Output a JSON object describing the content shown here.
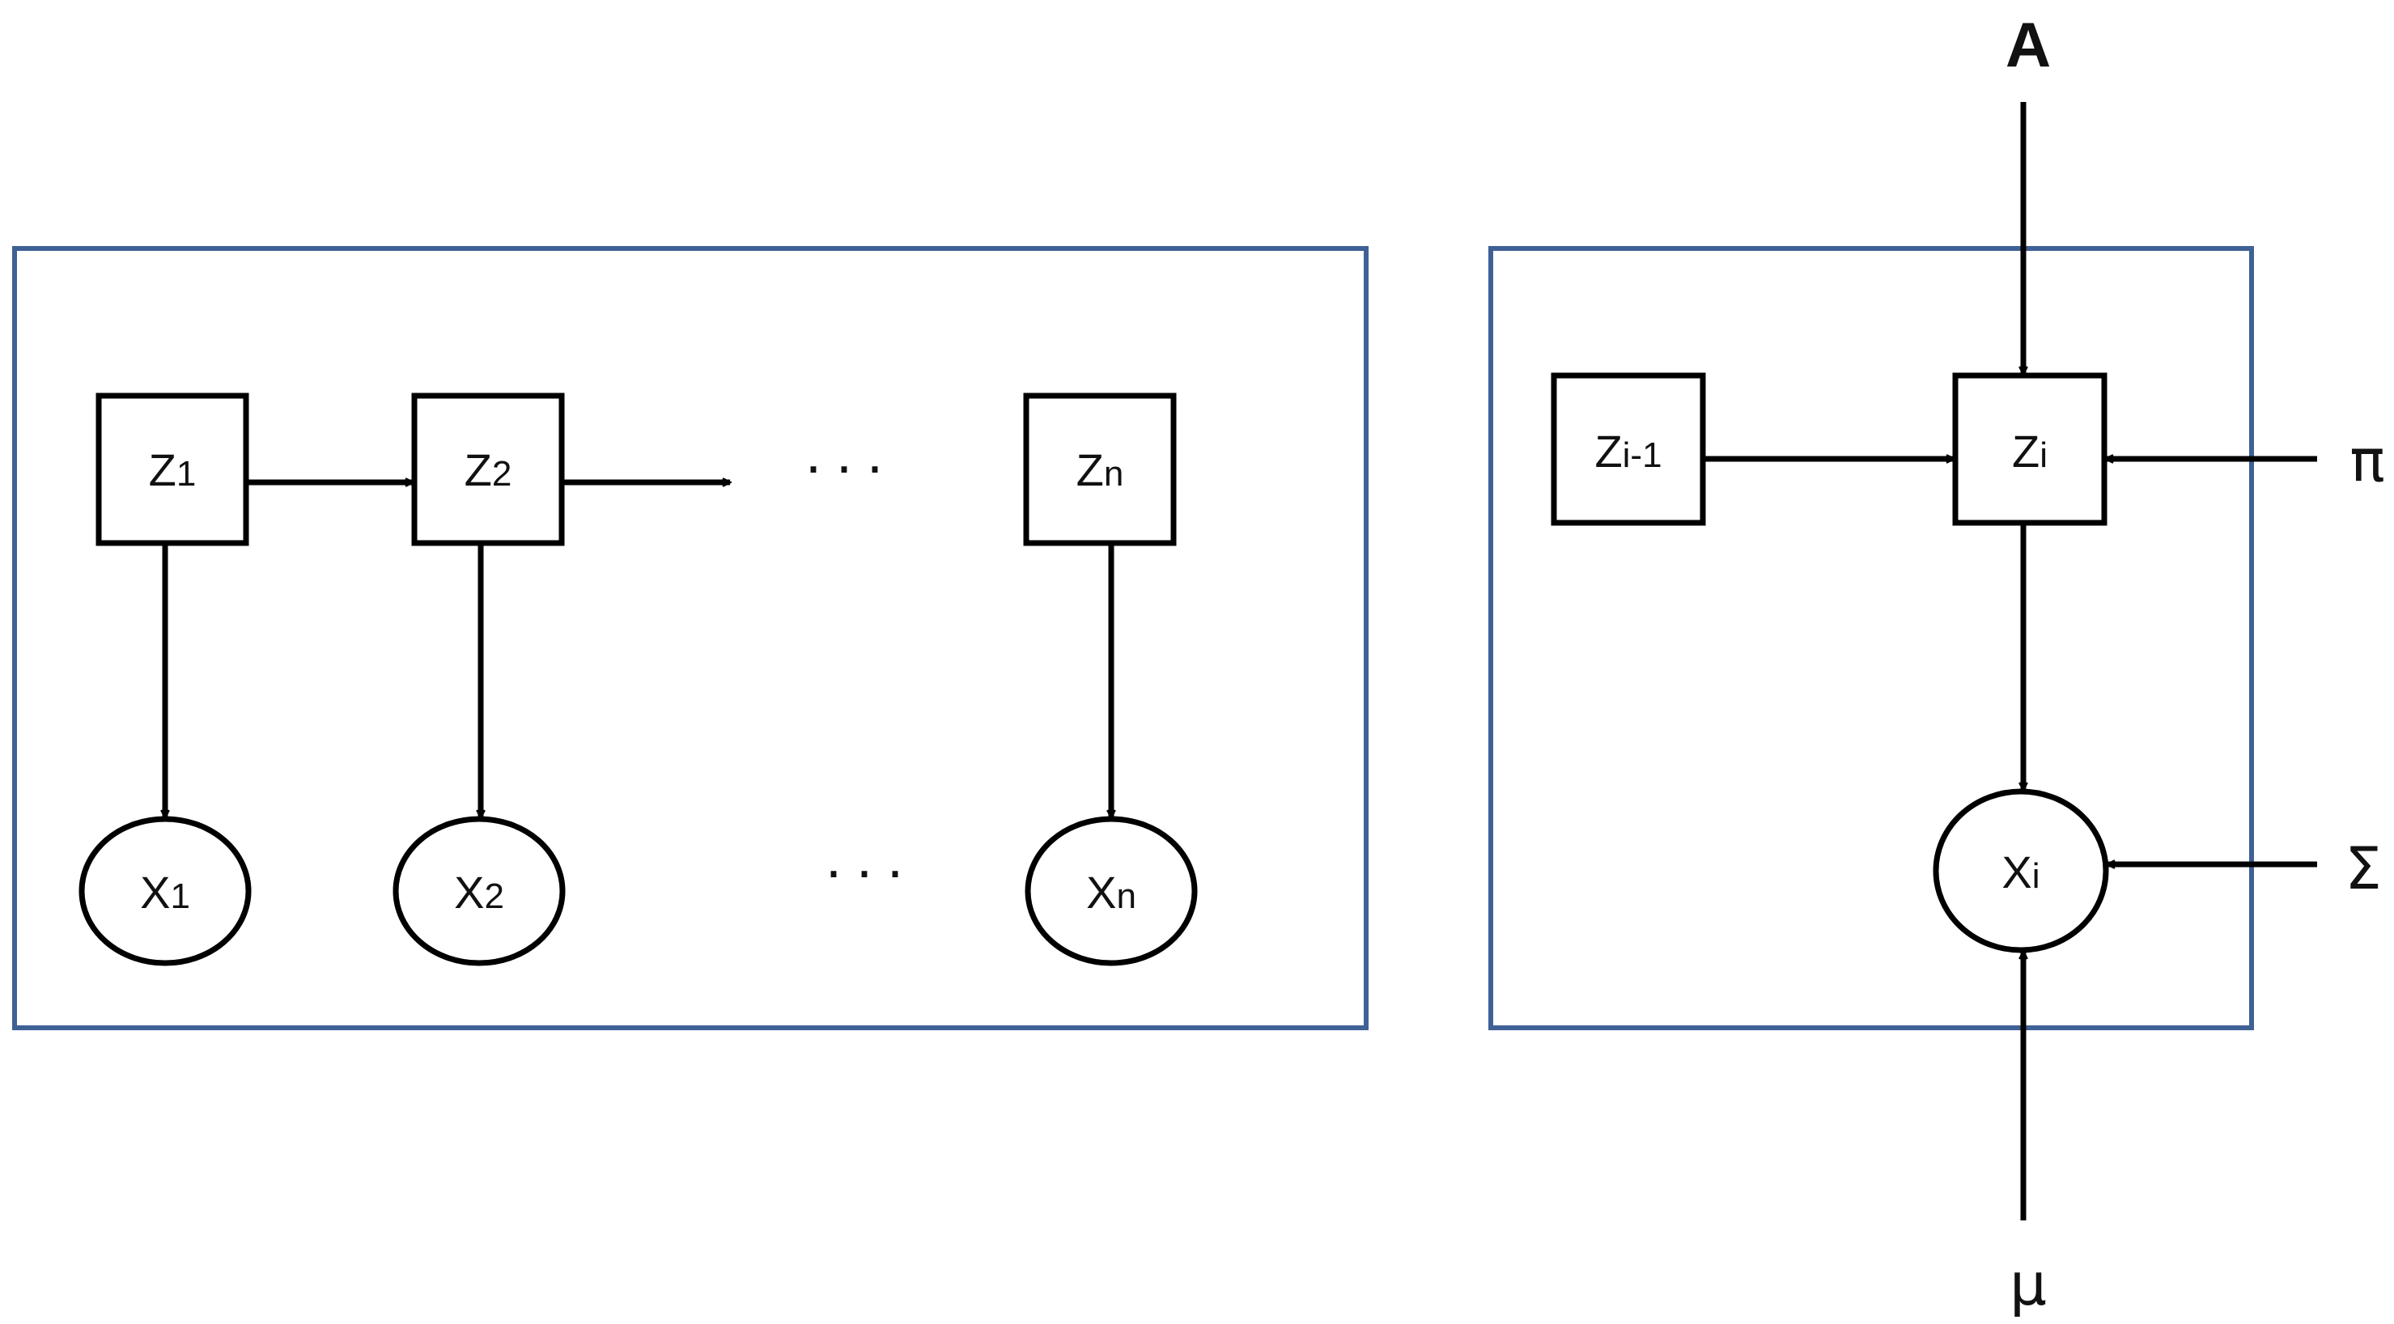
{
  "colors": {
    "frame": "#3f6195",
    "ink": "#000000"
  },
  "chain": {
    "z1": {
      "base": "Z",
      "sub": "1"
    },
    "z2": {
      "base": "Z",
      "sub": "2"
    },
    "zn": {
      "base": "Z",
      "sub": "n"
    },
    "x1": {
      "base": "X",
      "sub": "1"
    },
    "x2": {
      "base": "X",
      "sub": "2"
    },
    "xn": {
      "base": "X",
      "sub": "n"
    },
    "ellipsis_top": "···",
    "ellipsis_bottom": "···"
  },
  "model": {
    "z_prev": {
      "base": "Z",
      "sub": "i-1"
    },
    "z_i": {
      "base": "Z",
      "sub": "i"
    },
    "x_i": {
      "base": "X",
      "sub": "i"
    },
    "param_A": "A",
    "param_pi": "π",
    "param_sigma": "Σ",
    "param_mu": "μ"
  }
}
